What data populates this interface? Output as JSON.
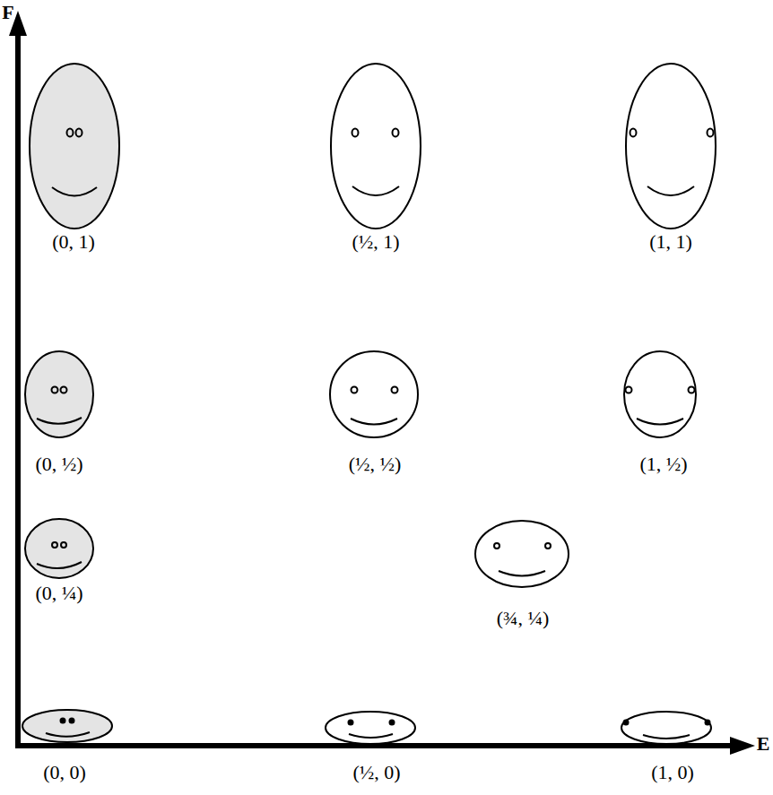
{
  "diagram": {
    "labels": [
      "F",
      "E",
      "(0, 1)",
      "(½, 1)",
      "(1, 1)",
      "(0, ½)",
      "(½, ½)",
      "(1, ½)",
      "(0, ¼)",
      "(¾, ¼)",
      "(0, 0)",
      "(½, 0)",
      "(1, 0)"
    ]
  }
}
